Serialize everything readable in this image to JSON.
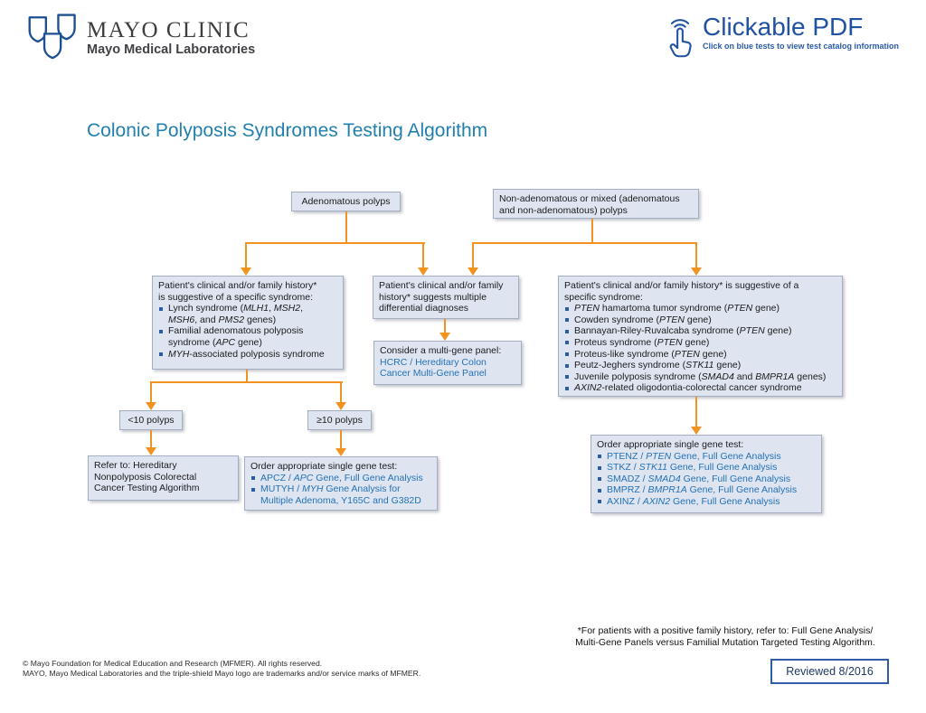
{
  "header": {
    "brand": {
      "title": "MAYO CLINIC",
      "subtitle": "Mayo Medical Laboratories"
    },
    "clickable_pdf": {
      "title": "Clickable PDF",
      "subtitle": "Click on blue tests to view test catalog information"
    }
  },
  "title": "Colonic Polyposis Syndromes Testing Algorithm",
  "colors": {
    "accent_teal": "#2180ad",
    "brand_blue": "#2052a2",
    "link_blue": "#2471b5",
    "arrow_orange": "#f1931f",
    "box_fill": "#dee5f1",
    "box_border": "#a3aec2",
    "bullet_blue": "#2a5ca4"
  },
  "flowchart": {
    "adenomatous": {
      "lines": [
        {
          "segments": [
            {
              "text": "Adenomatous polyps"
            }
          ]
        }
      ]
    },
    "non_adenomatous": {
      "lines": [
        {
          "segments": [
            {
              "text": "Non-adenomatous or mixed (adenomatous"
            }
          ]
        },
        {
          "segments": [
            {
              "text": "and non-adenomatous) polyps"
            }
          ]
        }
      ]
    },
    "history_left": {
      "lines": [
        {
          "segments": [
            {
              "text": "Patient's clinical and/or family history*"
            }
          ]
        },
        {
          "segments": [
            {
              "text": "is suggestive of a specific syndrome:"
            }
          ]
        },
        {
          "bullet": true,
          "segments": [
            {
              "text": "Lynch syndrome ("
            },
            {
              "text": "MLH1",
              "style": "i"
            },
            {
              "text": ", "
            },
            {
              "text": "MSH2",
              "style": "i"
            },
            {
              "text": ","
            }
          ]
        },
        {
          "cont": true,
          "segments": [
            {
              "text": "MSH6",
              "style": "i"
            },
            {
              "text": ", and "
            },
            {
              "text": "PMS2",
              "style": "i"
            },
            {
              "text": " genes)"
            }
          ]
        },
        {
          "bullet": true,
          "segments": [
            {
              "text": "Familial adenomatous polyposis"
            }
          ]
        },
        {
          "cont": true,
          "segments": [
            {
              "text": "syndrome ("
            },
            {
              "text": "APC",
              "style": "i"
            },
            {
              "text": " gene)"
            }
          ]
        },
        {
          "bullet": true,
          "segments": [
            {
              "text": "MYH",
              "style": "i"
            },
            {
              "text": "-associated polyposis syndrome"
            }
          ]
        }
      ]
    },
    "history_middle": {
      "lines": [
        {
          "segments": [
            {
              "text": "Patient's clinical and/or family"
            }
          ]
        },
        {
          "segments": [
            {
              "text": "history* suggests multiple"
            }
          ]
        },
        {
          "segments": [
            {
              "text": "differential diagnoses"
            }
          ]
        }
      ]
    },
    "history_right": {
      "lines": [
        {
          "segments": [
            {
              "text": "Patient's clinical and/or family history* is suggestive of a"
            }
          ]
        },
        {
          "segments": [
            {
              "text": "specific syndrome:"
            }
          ]
        },
        {
          "bullet": true,
          "segments": [
            {
              "text": "PTEN",
              "style": "i"
            },
            {
              "text": " hamartoma tumor syndrome ("
            },
            {
              "text": "PTEN",
              "style": "i"
            },
            {
              "text": " gene)"
            }
          ]
        },
        {
          "bullet": true,
          "segments": [
            {
              "text": "Cowden syndrome ("
            },
            {
              "text": "PTEN",
              "style": "i"
            },
            {
              "text": " gene)"
            }
          ]
        },
        {
          "bullet": true,
          "segments": [
            {
              "text": "Bannayan-Riley-Ruvalcaba syndrome ("
            },
            {
              "text": "PTEN",
              "style": "i"
            },
            {
              "text": " gene)"
            }
          ]
        },
        {
          "bullet": true,
          "segments": [
            {
              "text": "Proteus syndrome ("
            },
            {
              "text": "PTEN",
              "style": "i"
            },
            {
              "text": " gene)"
            }
          ]
        },
        {
          "bullet": true,
          "segments": [
            {
              "text": "Proteus-like syndrome ("
            },
            {
              "text": "PTEN",
              "style": "i"
            },
            {
              "text": " gene)"
            }
          ]
        },
        {
          "bullet": true,
          "segments": [
            {
              "text": "Peutz-Jeghers syndrome ("
            },
            {
              "text": "STK11",
              "style": "i"
            },
            {
              "text": " gene)"
            }
          ]
        },
        {
          "bullet": true,
          "segments": [
            {
              "text": "Juvenile polyposis syndrome ("
            },
            {
              "text": "SMAD4",
              "style": "i"
            },
            {
              "text": " and "
            },
            {
              "text": "BMPR1A",
              "style": "i"
            },
            {
              "text": " genes)"
            }
          ]
        },
        {
          "bullet": true,
          "segments": [
            {
              "text": "AXIN2",
              "style": "i"
            },
            {
              "text": "-related oligodontia-colorectal cancer syndrome"
            }
          ]
        }
      ]
    },
    "multi_gene_panel": {
      "lines": [
        {
          "segments": [
            {
              "text": "Consider a multi-gene panel:"
            }
          ]
        },
        {
          "segments": [
            {
              "text": "HCRC / Hereditary Colon",
              "style": "l"
            }
          ]
        },
        {
          "segments": [
            {
              "text": "Cancer Multi-Gene Panel",
              "style": "l"
            }
          ]
        }
      ]
    },
    "lt10": {
      "lines": [
        {
          "segments": [
            {
              "text": "<10 polyps"
            }
          ]
        }
      ]
    },
    "ge10": {
      "lines": [
        {
          "segments": [
            {
              "text": "≥10 polyps"
            }
          ]
        }
      ]
    },
    "refer_hnpcc": {
      "lines": [
        {
          "segments": [
            {
              "text": "Refer to: Hereditary"
            }
          ]
        },
        {
          "segments": [
            {
              "text": "Nonpolyposis Colorectal"
            }
          ]
        },
        {
          "segments": [
            {
              "text": "Cancer Testing Algorithm"
            }
          ]
        }
      ]
    },
    "single_gene_left": {
      "lines": [
        {
          "segments": [
            {
              "text": "Order appropriate single gene test:"
            }
          ]
        },
        {
          "bullet": true,
          "segments": [
            {
              "text": "APCZ / ",
              "style": "l"
            },
            {
              "text": "APC",
              "style": "il"
            },
            {
              "text": " Gene, Full Gene Analysis",
              "style": "l"
            }
          ]
        },
        {
          "bullet": true,
          "segments": [
            {
              "text": "MUTYH / ",
              "style": "l"
            },
            {
              "text": "MYH",
              "style": "il"
            },
            {
              "text": " Gene Analysis for",
              "style": "l"
            }
          ]
        },
        {
          "cont": true,
          "segments": [
            {
              "text": "Multiple Adenoma, Y165C and G382D",
              "style": "l"
            }
          ]
        }
      ]
    },
    "single_gene_right": {
      "lines": [
        {
          "segments": [
            {
              "text": "Order appropriate single gene test:"
            }
          ]
        },
        {
          "bullet": true,
          "segments": [
            {
              "text": "PTENZ / ",
              "style": "l"
            },
            {
              "text": "PTEN",
              "style": "il"
            },
            {
              "text": " Gene, Full Gene Analysis",
              "style": "l"
            }
          ]
        },
        {
          "bullet": true,
          "segments": [
            {
              "text": "STKZ / ",
              "style": "l"
            },
            {
              "text": "STK11",
              "style": "il"
            },
            {
              "text": " Gene, Full Gene Analysis",
              "style": "l"
            }
          ]
        },
        {
          "bullet": true,
          "segments": [
            {
              "text": "SMADZ / ",
              "style": "l"
            },
            {
              "text": "SMAD4",
              "style": "il"
            },
            {
              "text": " Gene, Full Gene Analysis",
              "style": "l"
            }
          ]
        },
        {
          "bullet": true,
          "segments": [
            {
              "text": "BMPRZ / ",
              "style": "l"
            },
            {
              "text": "BMPR1A",
              "style": "il"
            },
            {
              "text": " Gene, Full Gene Analysis",
              "style": "l"
            }
          ]
        },
        {
          "bullet": true,
          "segments": [
            {
              "text": "AXINZ / ",
              "style": "l"
            },
            {
              "text": "AXIN2",
              "style": "il"
            },
            {
              "text": " Gene, Full Gene Analysis",
              "style": "l"
            }
          ]
        }
      ]
    }
  },
  "footnote": {
    "line1": "*For patients with a positive family history, refer to: Full Gene Analysis/",
    "line2": "Multi-Gene Panels versus Familial Mutation Targeted Testing Algorithm."
  },
  "footer": {
    "copyright_line1": "© Mayo Foundation for Medical Education and Research (MFMER). All rights reserved.",
    "copyright_line2": "MAYO, Mayo Medical Laboratories and the triple-shield Mayo logo are trademarks and/or service marks of MFMER.",
    "reviewed_label": "Reviewed 8/2016"
  }
}
